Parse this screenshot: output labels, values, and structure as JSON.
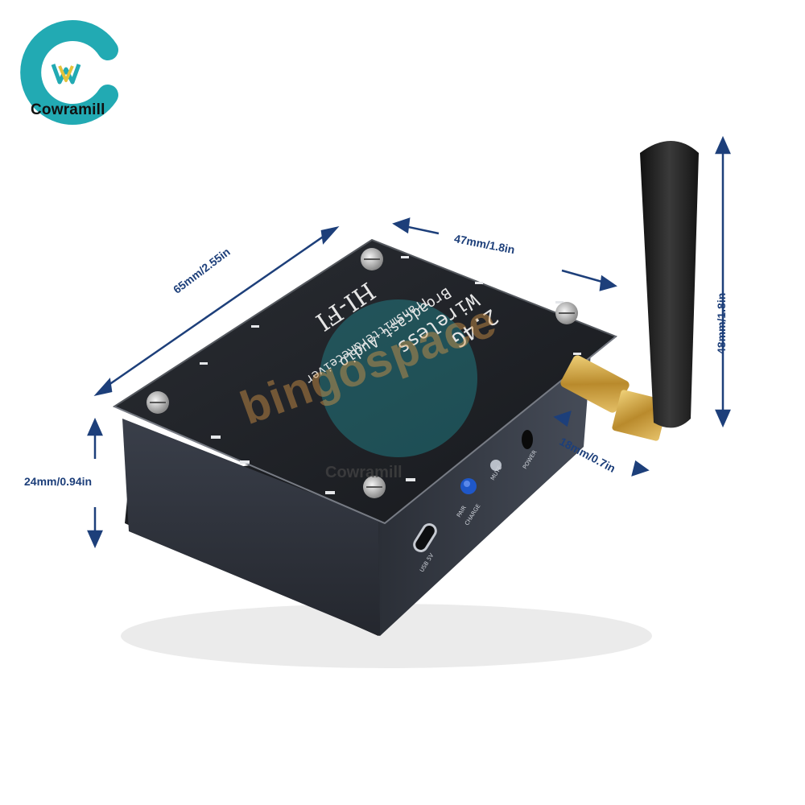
{
  "brand": {
    "name": "Cowramill",
    "colors": {
      "primary": "#22aab3",
      "accent": "#e5c23a"
    }
  },
  "dimensions": {
    "length": "65mm/2.55in",
    "width": "47mm/1.8in",
    "antenna_height": "48mm/1.8in",
    "depth": "24mm/0.94in",
    "sma": "18mm/0.7in"
  },
  "device": {
    "panel_lines": [
      "2.4G",
      "Wireless",
      "Broadcast Audio",
      "Transmitter&Receiver"
    ],
    "logo_text": "HI-FI",
    "port_labels": {
      "usb": "USB 5V",
      "pair": "PAIR",
      "charge": "CHARGE",
      "mute": "MUTE",
      "power": "POWER"
    }
  },
  "watermark": {
    "text": "bingospace",
    "brand": "Cowramill"
  }
}
